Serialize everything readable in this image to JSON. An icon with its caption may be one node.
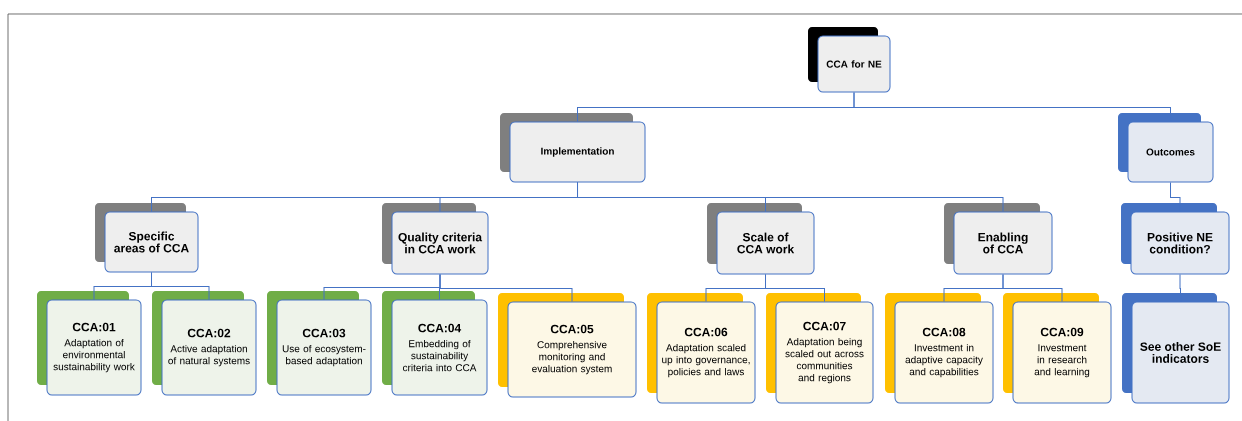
{
  "diagram": {
    "nodes": [
      {
        "text": [
          "CCA for NE"
        ]
      },
      {
        "text": [
          "Implementation"
        ]
      },
      {
        "text": [
          "Outcomes"
        ]
      },
      {
        "text": [
          "Specific areas of CCA"
        ]
      },
      {
        "text": [
          "Quality criteria in CCA work"
        ]
      },
      {
        "text": [
          "Scale of CCA work"
        ]
      },
      {
        "text": [
          "Enabling of CCA"
        ]
      },
      {
        "text": [
          "Positive NE condition?"
        ]
      },
      {
        "text": [
          "CCA:01",
          "Adaptation of environmental sustainability work"
        ]
      },
      {
        "text": [
          "CCA:02",
          "Active adaptation of natural systems"
        ]
      },
      {
        "text": [
          "CCA:03",
          "Use of ecosystem-based adaptation"
        ]
      },
      {
        "text": [
          "CCA:04",
          "Embedding of sustainability criteria into CCA"
        ]
      },
      {
        "text": [
          "CCA:05",
          "Comprehensive monitoring and evaluation system"
        ]
      },
      {
        "text": [
          "CCA:06",
          "Adaptation scaled up into governance, policies and laws"
        ]
      },
      {
        "text": [
          "CCA:07",
          "Adaptation being scaled out across communities and regions"
        ]
      },
      {
        "text": [
          "CCA:08",
          "Investment in adaptive capacity and capabilities"
        ]
      },
      {
        "text": [
          "CCA:09",
          "Investment in research and learning"
        ]
      },
      {
        "text": [
          "See other SoE indicators"
        ]
      }
    ],
    "edges": [
      {
        "from": 0,
        "to": 1,
        "arrow": "none"
      },
      {
        "from": 0,
        "to": 2,
        "arrow": "none"
      },
      {
        "from": 1,
        "to": 3,
        "arrow": "none"
      },
      {
        "from": 1,
        "to": 4,
        "arrow": "none"
      },
      {
        "from": 1,
        "to": 5,
        "arrow": "none"
      },
      {
        "from": 1,
        "to": 6,
        "arrow": "none"
      },
      {
        "from": 2,
        "to": 7,
        "arrow": "none"
      },
      {
        "from": 3,
        "to": 8,
        "arrow": "none"
      },
      {
        "from": 3,
        "to": 9,
        "arrow": "none"
      },
      {
        "from": 4,
        "to": 10,
        "arrow": "none"
      },
      {
        "from": 4,
        "to": 11,
        "arrow": "none"
      },
      {
        "from": 4,
        "to": 12,
        "arrow": "none"
      },
      {
        "from": 5,
        "to": 13,
        "arrow": "none"
      },
      {
        "from": 5,
        "to": 14,
        "arrow": "none"
      },
      {
        "from": 6,
        "to": 15,
        "arrow": "none"
      },
      {
        "from": 6,
        "to": 16,
        "arrow": "none"
      },
      {
        "from": 7,
        "to": 17,
        "arrow": "none"
      }
    ]
  }
}
